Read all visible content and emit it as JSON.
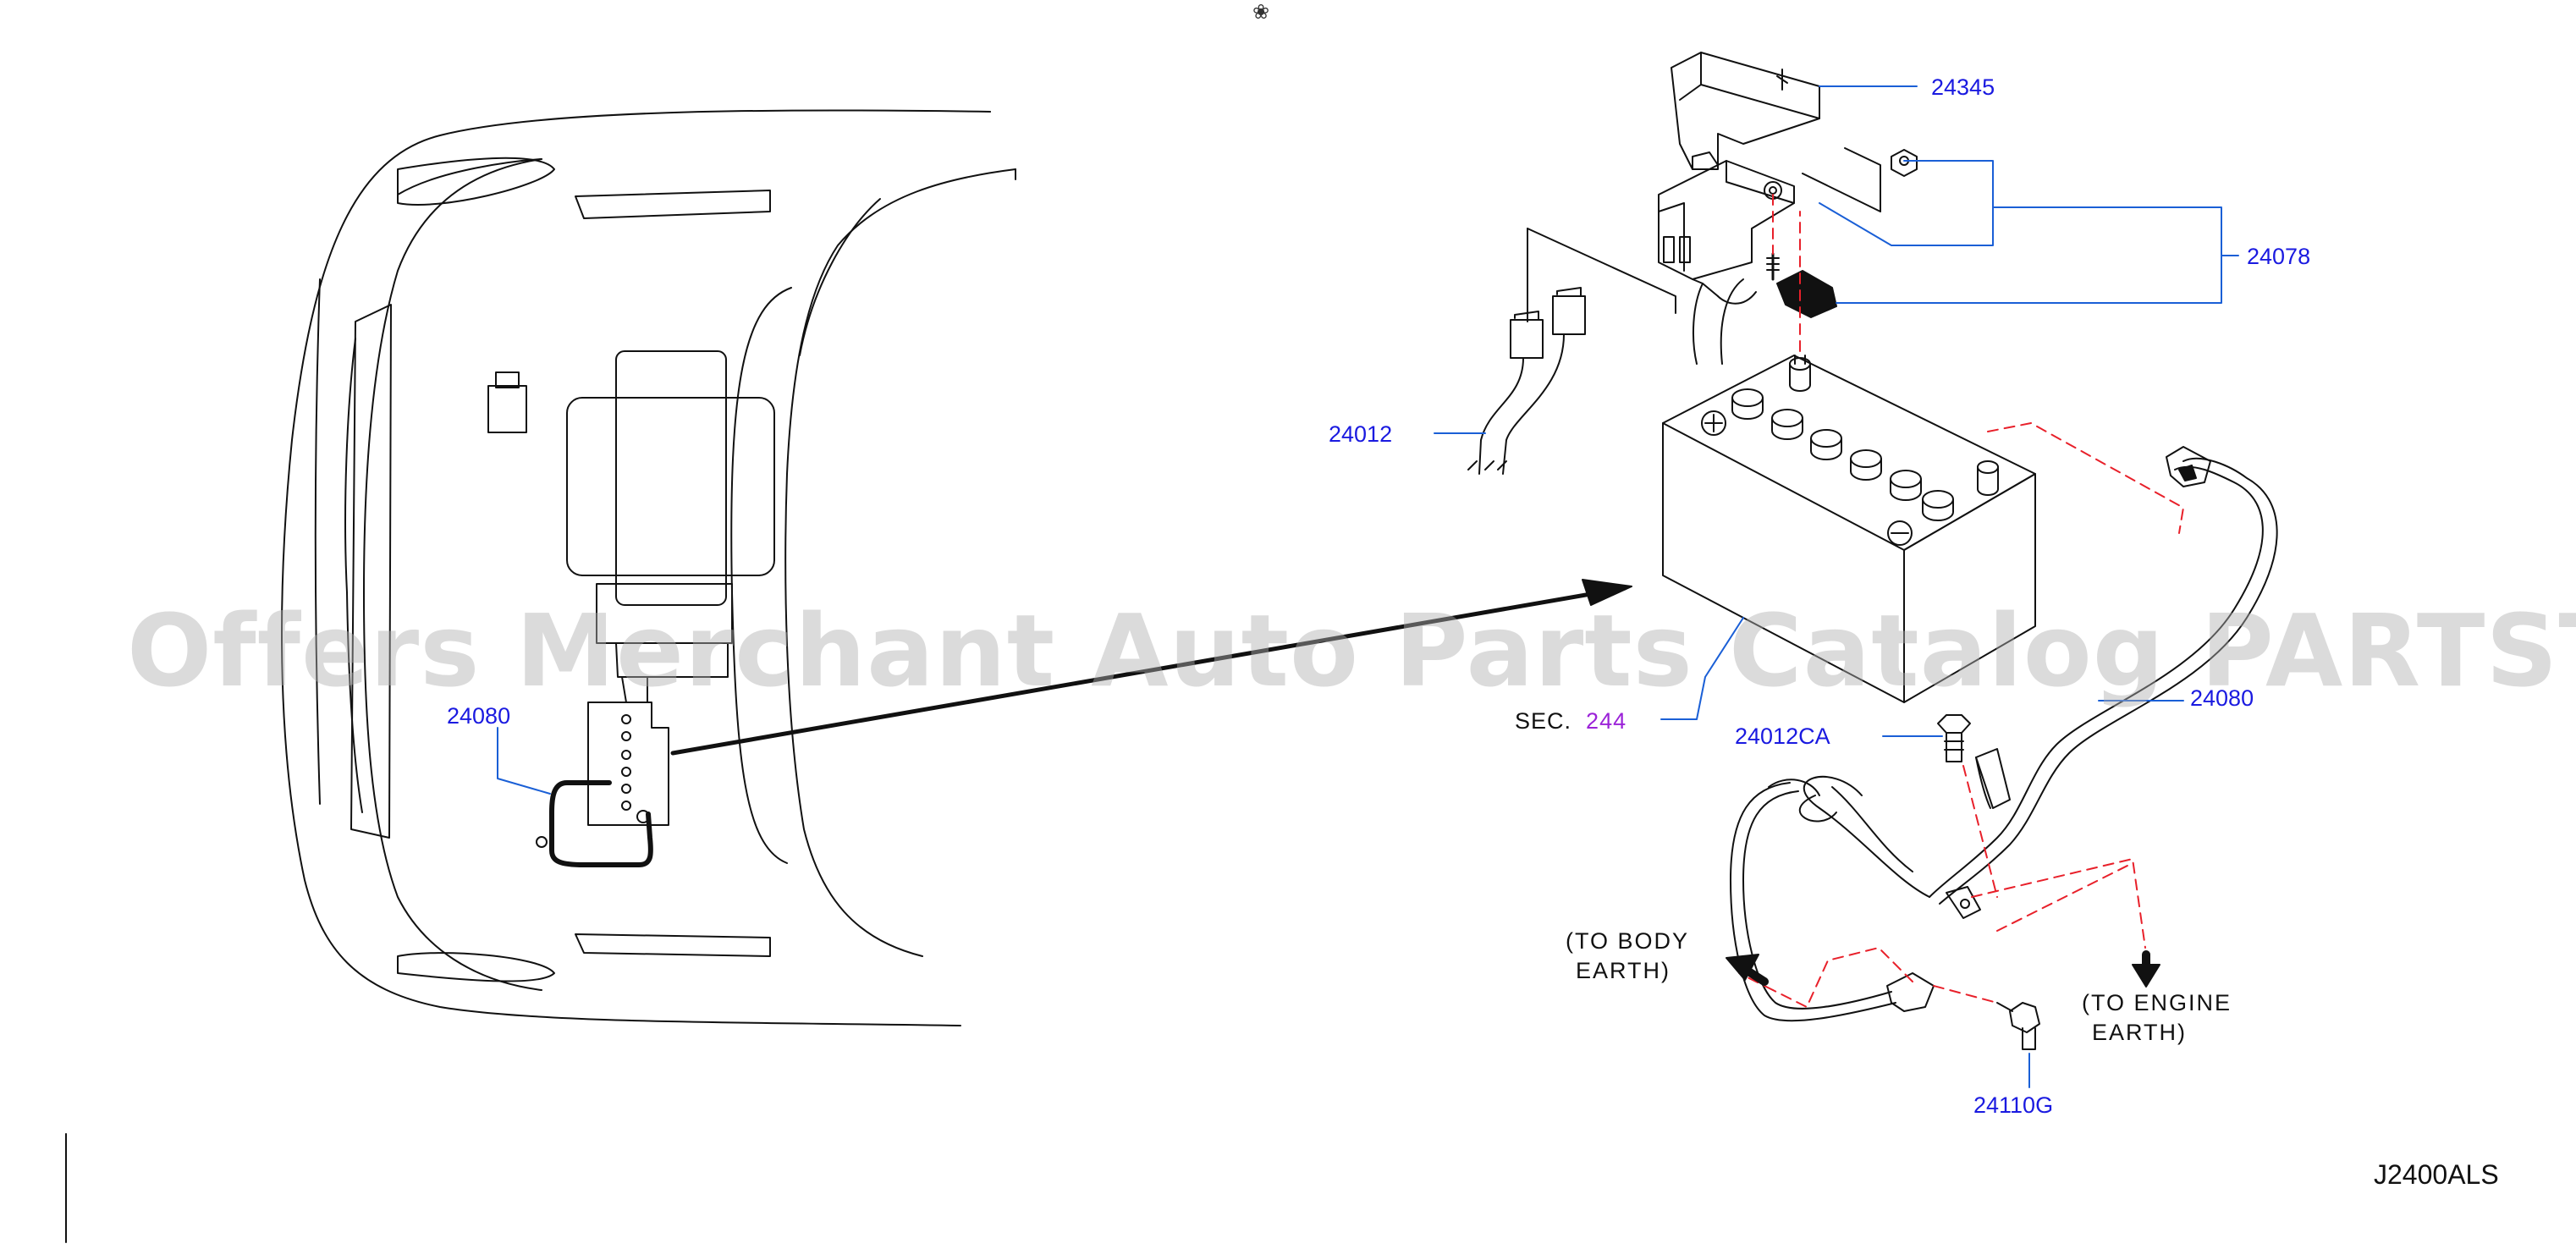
{
  "diagram": {
    "code": "J2400ALS",
    "watermark": "Offers Merchant Auto Parts Catalog PARTSTORE.SA",
    "sec_prefix": "SEC.",
    "sec_number": "244",
    "labels": {
      "left_cable": "24080",
      "cover": "24345",
      "terminal_set": "24078",
      "harness": "24012",
      "negative_cable": "24080",
      "bolt_ca": "24012CA",
      "bolt_g": "24110G"
    },
    "notes": {
      "body_earth_1": "(TO   BODY",
      "body_earth_2": "EARTH)",
      "engine_earth_1": "(TO   ENGINE",
      "engine_earth_2": "EARTH)"
    },
    "marker_glyph": "❀"
  },
  "colors": {
    "line": "#111111",
    "leader": "#1a5fd6",
    "label": "#1a1ae0",
    "dashed": "#e8202a",
    "sec_ref": "#9b22d8"
  }
}
